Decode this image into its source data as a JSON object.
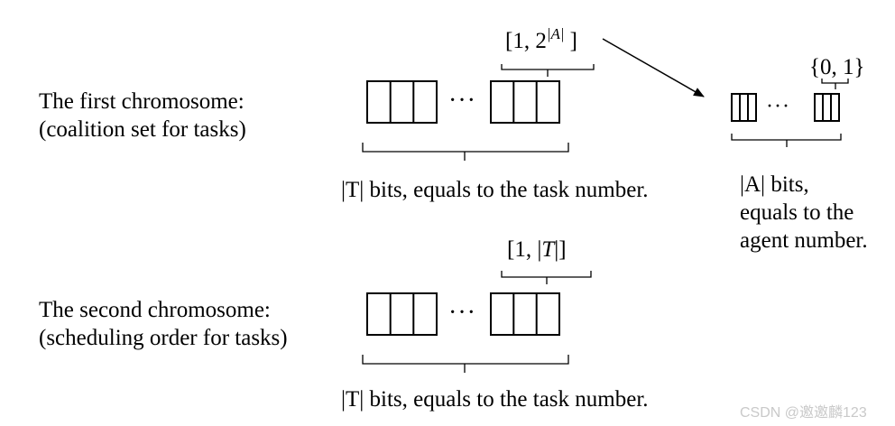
{
  "first": {
    "label_line1": "The first chromosome:",
    "label_line2": "(coalition set for tasks)",
    "range_open": "[1,  2",
    "range_sup": "|A|",
    "range_close": "]",
    "dots": "···",
    "caption": "|T| bits, equals to the task number."
  },
  "agent": {
    "range": "{0, 1}",
    "dots": "···",
    "caption_line1": "|A| bits,",
    "caption_line2": "equals to the",
    "caption_line3": "agent number."
  },
  "second": {
    "label_line1": "The second chromosome:",
    "label_line2": "(scheduling order for tasks)",
    "range_open": "[1,  |",
    "range_var": "T",
    "range_close": "|]",
    "dots": "···",
    "caption": "|T| bits, equals to the task number."
  },
  "watermark": "CSDN @邀邀麟123"
}
